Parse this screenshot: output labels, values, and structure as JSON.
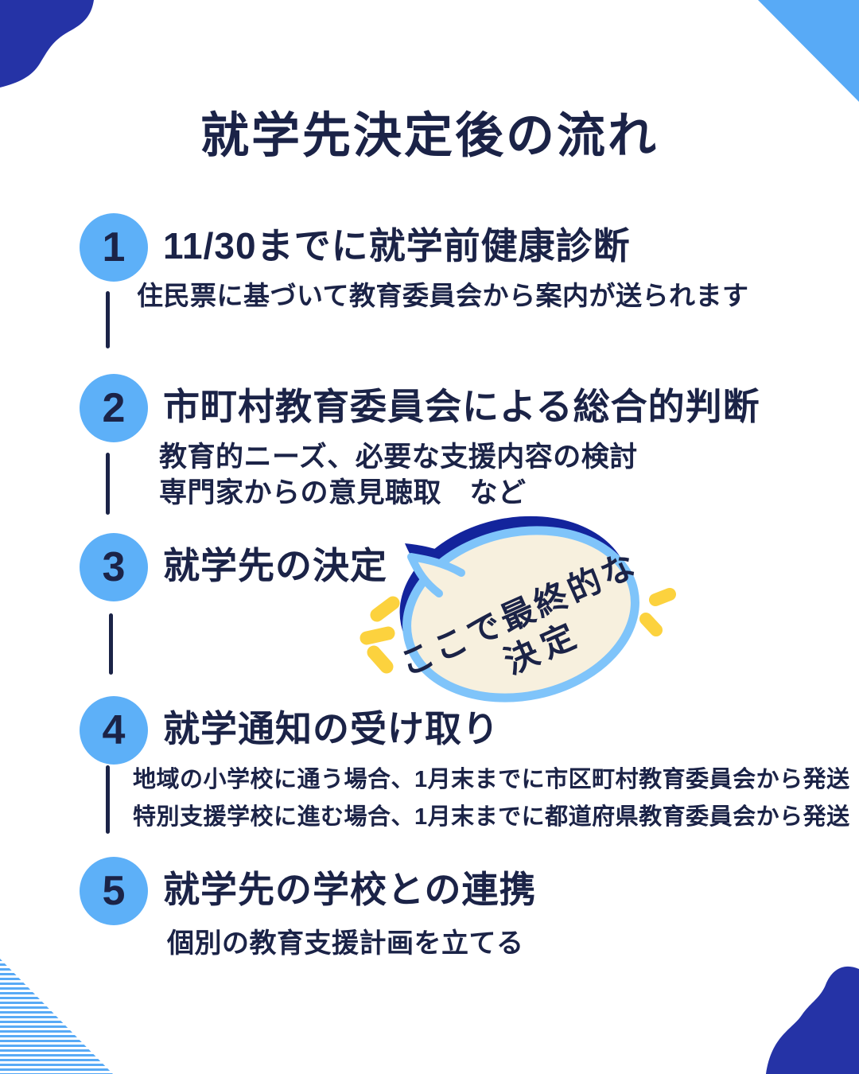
{
  "title": "就学先決定後の流れ",
  "steps": [
    {
      "number": "1",
      "heading": "11/30までに就学前健康診断",
      "details": [
        "住民票に基づいて教育委員会から案内が送られます"
      ]
    },
    {
      "number": "2",
      "heading": "市町村教育委員会による総合的判断",
      "details": [
        "教育的ニーズ、必要な支援内容の検討",
        "専門家からの意見聴取　など"
      ]
    },
    {
      "number": "3",
      "heading": "就学先の決定",
      "details": []
    },
    {
      "number": "4",
      "heading": "就学通知の受け取り",
      "details": [
        "地域の小学校に通う場合、1月末までに市区町村教育委員会から発送",
        "特別支援学校に進む場合、1月末までに都道府県教育委員会から発送"
      ]
    },
    {
      "number": "5",
      "heading": "就学先の学校との連携",
      "details": [
        "個別の教育支援計画を立てる"
      ]
    }
  ],
  "speech_bubble": {
    "line1": "ここで最終的な",
    "line2": "決定"
  },
  "colors": {
    "text_navy": "#1b2347",
    "circle_blue": "#5db0f8",
    "decoration_light_blue": "#58aaf6",
    "corner_blob_blue": "#2533a6",
    "bubble_fill": "#f7f0de",
    "bubble_border": "#7fc4fa",
    "bubble_shadow": "#13249c",
    "accent_yellow": "#fcd23e"
  }
}
